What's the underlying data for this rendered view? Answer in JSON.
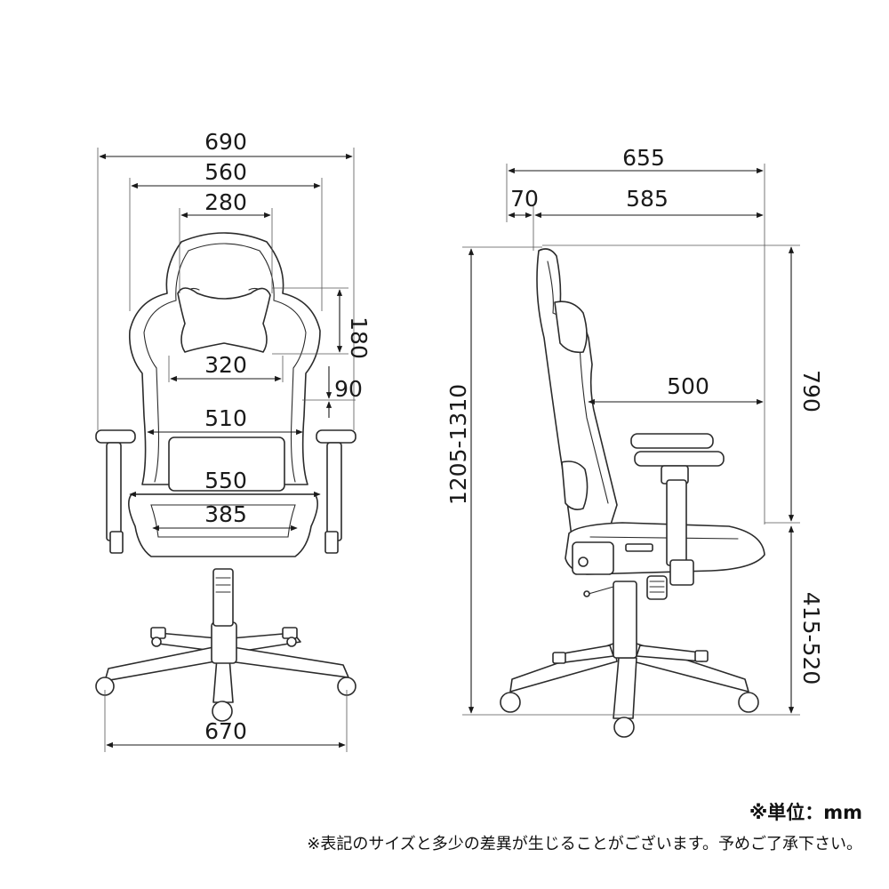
{
  "front_view": {
    "width_overall": "690",
    "width_armrest": "560",
    "headrest_width": "280",
    "headrest_height": "180",
    "back_width": "320",
    "lumbar_offset": "90",
    "back_width_lower": "510",
    "seat_width": "550",
    "seat_inner_width": "385",
    "base_width": "670"
  },
  "side_view": {
    "depth_overall": "655",
    "recline_offset": "70",
    "depth_main": "585",
    "seat_depth": "500",
    "back_height": "790",
    "total_height": "1205-1310",
    "seat_height": "415-520"
  },
  "notes": {
    "unit": "※単位：mm",
    "disclaimer": "※表記のサイズと多少の差異が生じることがございます。予めご了承下さい。"
  }
}
